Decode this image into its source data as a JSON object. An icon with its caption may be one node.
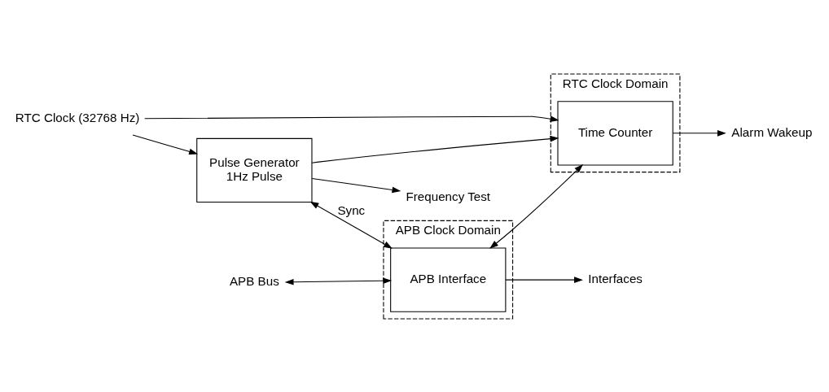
{
  "diagram": {
    "nodes": [
      {
        "text": [
          "APB Clock Domain"
        ]
      },
      {
        "text": [
          "RTC Clock Domain"
        ]
      },
      {
        "text": [
          "Pulse Generator",
          "1Hz Pulse"
        ]
      },
      {
        "text": [
          "APB Interface"
        ],
        "in": 0
      },
      {
        "text": [
          "Time Counter"
        ],
        "in": 1
      },
      {
        "text": [
          "RTC Clock (32768 Hz)"
        ]
      },
      {
        "text": [
          "Frequency Test"
        ]
      },
      {
        "text": [
          "Alarm Wakeup"
        ]
      },
      {
        "text": [
          "APB Bus"
        ]
      },
      {
        "text": [
          "Interfaces"
        ]
      }
    ],
    "edges": [
      {
        "from": 5,
        "to": 2,
        "arrow": "to"
      },
      {
        "from": 5,
        "to": 4,
        "arrow": "to"
      },
      {
        "from": 2,
        "to": 6,
        "arrow": "to"
      },
      {
        "from": 2,
        "to": 4,
        "arrow": "to"
      },
      {
        "from": 2,
        "to": 3,
        "arrow": "both",
        "label": "Sync"
      },
      {
        "from": 3,
        "to": 4,
        "arrow": "both"
      },
      {
        "from": 4,
        "to": 7,
        "arrow": "to"
      },
      {
        "from": 8,
        "to": 3,
        "arrow": "both"
      },
      {
        "from": 3,
        "to": 9,
        "arrow": "to"
      }
    ]
  }
}
